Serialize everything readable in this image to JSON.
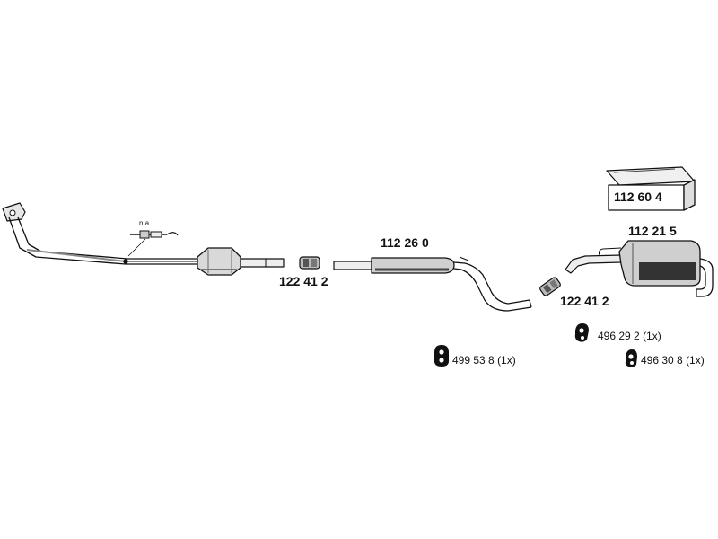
{
  "parts": {
    "front_pipe_note": "n.a.",
    "clamp_left": "122 41 2",
    "middle_silencer": "112 26 0",
    "clamp_right": "122 41 2",
    "rear_silencer": "112 21 5",
    "mounting_kit_box": "112 60 4",
    "hanger_1": "499 53 8",
    "hanger_1_qty": "(1x)",
    "hanger_2": "496 29 2",
    "hanger_2_qty": "(1x)",
    "hanger_3": "496 30 8",
    "hanger_3_qty": "(1x)"
  }
}
